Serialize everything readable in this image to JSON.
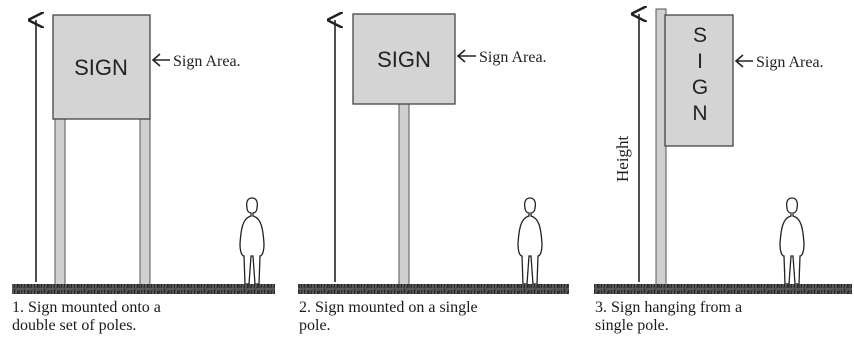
{
  "panels": [
    {
      "sign_text": "SIGN",
      "area_label": "Sign Area.",
      "caption_line1": "1. Sign mounted onto a",
      "caption_line2": "double set of poles."
    },
    {
      "sign_text": "SIGN",
      "area_label": "Sign Area.",
      "caption_line1": "2. Sign mounted on a single",
      "caption_line2": "pole."
    },
    {
      "sign_text": "S\nI\nG\nN",
      "sign_letters": [
        "S",
        "I",
        "G",
        "N"
      ],
      "area_label": "Sign Area.",
      "height_label": "Height",
      "caption_line1": "3. Sign hanging from a",
      "caption_line2": "single pole."
    }
  ],
  "colors": {
    "sign_fill": "#d4d4d4",
    "pole_fill": "#cfcfcf",
    "outline": "#333333",
    "ground": "#3a3a3a"
  },
  "icons": {
    "arrow": "left-arrow-icon",
    "person": "person-silhouette-icon",
    "height_arrow": "up-arrow-icon"
  }
}
